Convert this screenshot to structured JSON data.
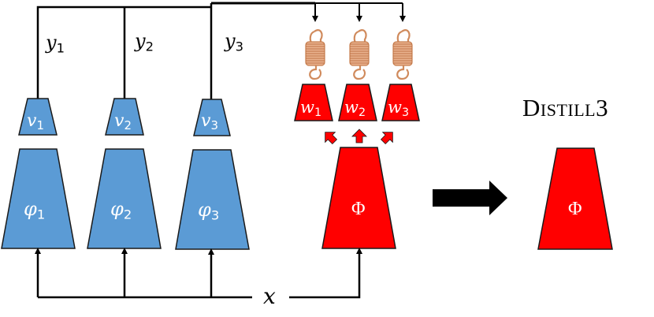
{
  "colors": {
    "teacher_fill": "#5B9BD5",
    "student_fill": "#FF0000",
    "stroke": "#000000",
    "spring": "#D08A5C",
    "label_on_shape": "#FFFFFF"
  },
  "teachers": [
    {
      "head_symbol": "v",
      "head_index": "1",
      "body_symbol": "φ",
      "body_index": "1",
      "output_symbol": "y",
      "output_index": "1"
    },
    {
      "head_symbol": "v",
      "head_index": "2",
      "body_symbol": "φ",
      "body_index": "2",
      "output_symbol": "y",
      "output_index": "2"
    },
    {
      "head_symbol": "v",
      "head_index": "3",
      "body_symbol": "φ",
      "body_index": "3",
      "output_symbol": "y",
      "output_index": "3"
    }
  ],
  "student": {
    "body_label": "Φ",
    "heads": [
      {
        "symbol": "w",
        "index": "1"
      },
      {
        "symbol": "w",
        "index": "2"
      },
      {
        "symbol": "w",
        "index": "3"
      }
    ],
    "connector": "spring"
  },
  "input": {
    "label": "x"
  },
  "result": {
    "title": "Distill3",
    "body_label": "Φ"
  },
  "arrow": {
    "direction": "right"
  }
}
